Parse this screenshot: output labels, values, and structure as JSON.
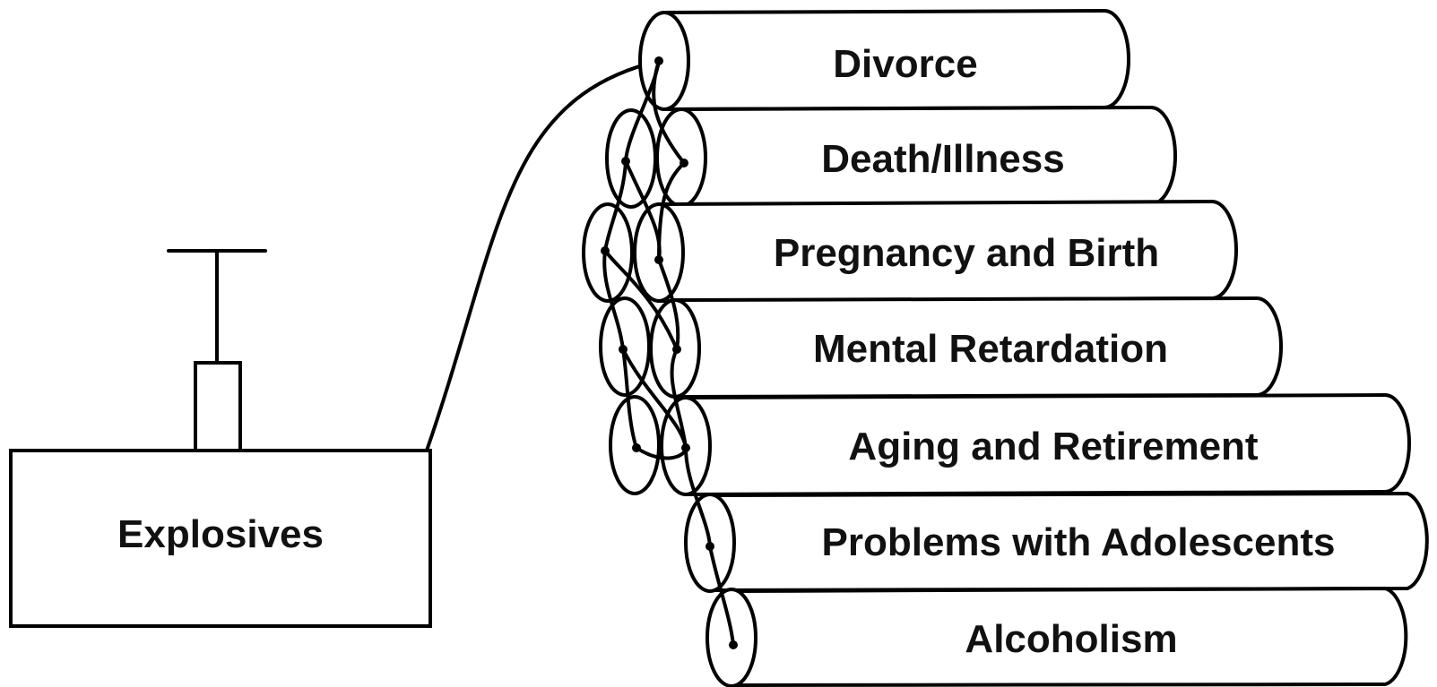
{
  "detonator": {
    "label": "Explosives"
  },
  "sticks": [
    {
      "label": "Divorce"
    },
    {
      "label": "Death/Illness"
    },
    {
      "label": "Pregnancy and Birth"
    },
    {
      "label": "Mental Retardation"
    },
    {
      "label": "Aging and Retirement"
    },
    {
      "label": "Problems with Adolescents"
    },
    {
      "label": "Alcoholism"
    }
  ]
}
